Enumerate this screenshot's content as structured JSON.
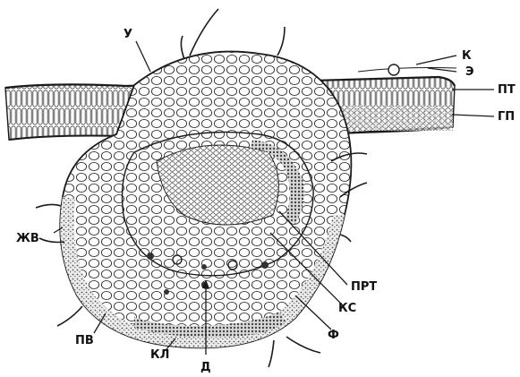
{
  "diagram": {
    "type": "botanical-cross-section",
    "labels": {
      "u": "У",
      "k": "К",
      "e": "Э",
      "pt": "ПТ",
      "gp": "ГП",
      "zhv": "ЖВ",
      "prt": "ПРТ",
      "ks": "КС",
      "f": "Ф",
      "pv": "ПВ",
      "kl": "КЛ",
      "d": "Д"
    },
    "colors": {
      "ink": "#1a1a1a",
      "paper": "#ffffff",
      "shade": "#9a9a9a"
    }
  }
}
